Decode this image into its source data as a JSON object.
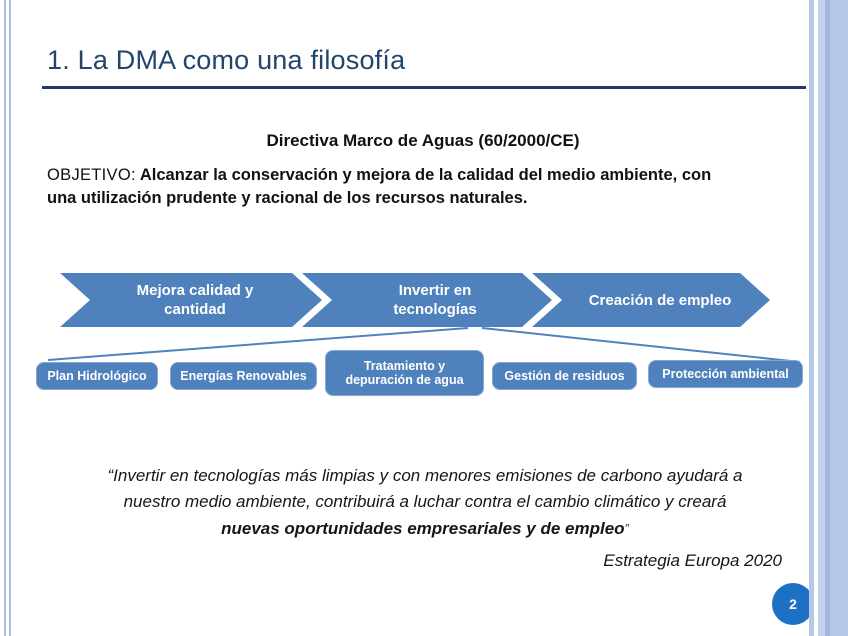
{
  "slide": {
    "title": "1. La DMA como una filosofía",
    "subtitle": "Directiva Marco de Aguas (60/2000/CE)",
    "objective": {
      "label": "OBJETIVO:",
      "text": " Alcanzar la conservación y mejora de la calidad del medio ambiente, con una utilización prudente y racional de los recursos naturales."
    },
    "process_chevrons": [
      {
        "label": "Mejora calidad y\ncantidad"
      },
      {
        "label": "Invertir en\ntecnologías"
      },
      {
        "label": "Creación de empleo"
      }
    ],
    "category_boxes": [
      {
        "label": "Plan Hidrológico"
      },
      {
        "label": "Energías Renovables"
      },
      {
        "label": "Tratamiento y\ndepuración de agua"
      },
      {
        "label": "Gestión de residuos"
      },
      {
        "label": "Protección ambiental"
      }
    ],
    "quote": {
      "line1": "“Invertir en tecnologías más limpias y con menores emisiones de carbono ayudará a",
      "line2": "nuestro medio ambiente, contribuirá a luchar contra el cambio climático y creará",
      "line3_bold": "nuevas oportunidades empresariales y de empleo",
      "closing_quote": "”"
    },
    "attribution": "Estrategia Europa 2020",
    "page_number": "2",
    "colors": {
      "accent_blue": "#4f81bd",
      "title_navy": "#21456b",
      "edge_light_blue": "#b4c7e7",
      "page_circle_blue": "#1e70c5"
    }
  }
}
